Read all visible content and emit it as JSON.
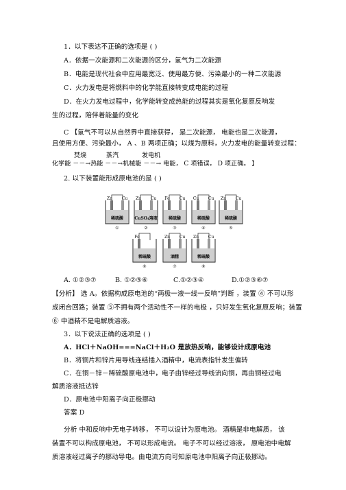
{
  "q1": {
    "stem": "1．以下表达不正确的选项是 ( )",
    "a": "A．依据一次能源和二次能源的区分，氢气为二次能源",
    "b": "B．电能是现代社会中应用最宽泛、使用最方便、污染最小的一种二次能源",
    "c": "C．火力发电是将燃料中的化学能直接转变成电能的过程",
    "d1": "D．在火力发电过程中，化学能转变成热能的过程其实是氧化复原反响发",
    "d2": "生的过程，陪伴着能量的变化",
    "ans1": "C 【氢气不可以从自然界中直接获得， 是二次能源， 电能也是二次能源，",
    "ans2": "且使用方便、污染最小， A 、B 两项正确；以煤为原料，火力发电的能量转变过程：",
    "flow_top": [
      "焚烧",
      "蒸汽",
      "发电机"
    ],
    "flow_line": "化学能 －－→热能 －－→机械能 －－→ 电能， C 项错误， D 项正确。 】"
  },
  "q2": {
    "stem": "2. 以下装置能形成原电池的是 ( )",
    "beakers": [
      {
        "num": "①",
        "label": "稀硫酸",
        "left": "Zn",
        "right": "Cu"
      },
      {
        "num": "②",
        "label": "CuSO₄溶液",
        "left": "Zn",
        "right": "Cu"
      },
      {
        "num": "③",
        "label": "稀硫酸",
        "left": "Fe",
        "right": "Cu"
      },
      {
        "num": "④",
        "label": "稀硫酸",
        "left": "Cu",
        "right": "Cu"
      },
      {
        "num": "⑤",
        "label": "稀硫酸",
        "left": "Zn",
        "right": "Cu"
      },
      {
        "num": "⑥",
        "label": "稀硫酸",
        "left": "Fe",
        "right": ""
      },
      {
        "num": "⑦",
        "label": "酒精",
        "left": "Zn",
        "right": "Cu"
      },
      {
        "num": "⑧",
        "label": "稀硫酸",
        "left": "Zn",
        "right": "Cu"
      }
    ],
    "opts": [
      "A. ①②③⑦",
      "B. ①②⑤⑥",
      "C.①②③④",
      "D.①②③⑥⑦"
    ],
    "an1": "【分析】 选 A。依据构成原电池的“两极一液一线一反响”判断 ，装置 ④ 不可以形",
    "an2": "成闭合回路；装置 ⑤不拥有两个活动性不一样的电极 ，只好发生氧化复原反响；装置",
    "an3": "⑥ 中酒精不是电解质溶液。"
  },
  "q3": {
    "stem": "3．以下说法正确的选项是 ( )",
    "a": "A．HCl＋NaOH===NaCl＋H₂O 是放热反响，能够设计成原电池",
    "b": "B．将铜片和锌片用导线连结插入酒精中，电流表指针发生偏转",
    "c1": "C．在铜－锌－稀硫酸原电池中，电子由锌经过导线流向铜，再由铜经过电",
    "c2": "解质溶液抵达锌",
    "d": "D．原电池中阳离子向正极挪动",
    "answer": "答案 D",
    "an1": "分析 中和反响中无电子转移， 不可以设计为原电池。 酒精是非电解质， 该",
    "an2": "装置不可以构成原电池， 不可以形成电流。 电子不可以经过溶液， 原电池中电解",
    "an3": "质溶液经过离子的挪动导电。由电流方向可知原电池中阳离子向正极挪动。"
  }
}
